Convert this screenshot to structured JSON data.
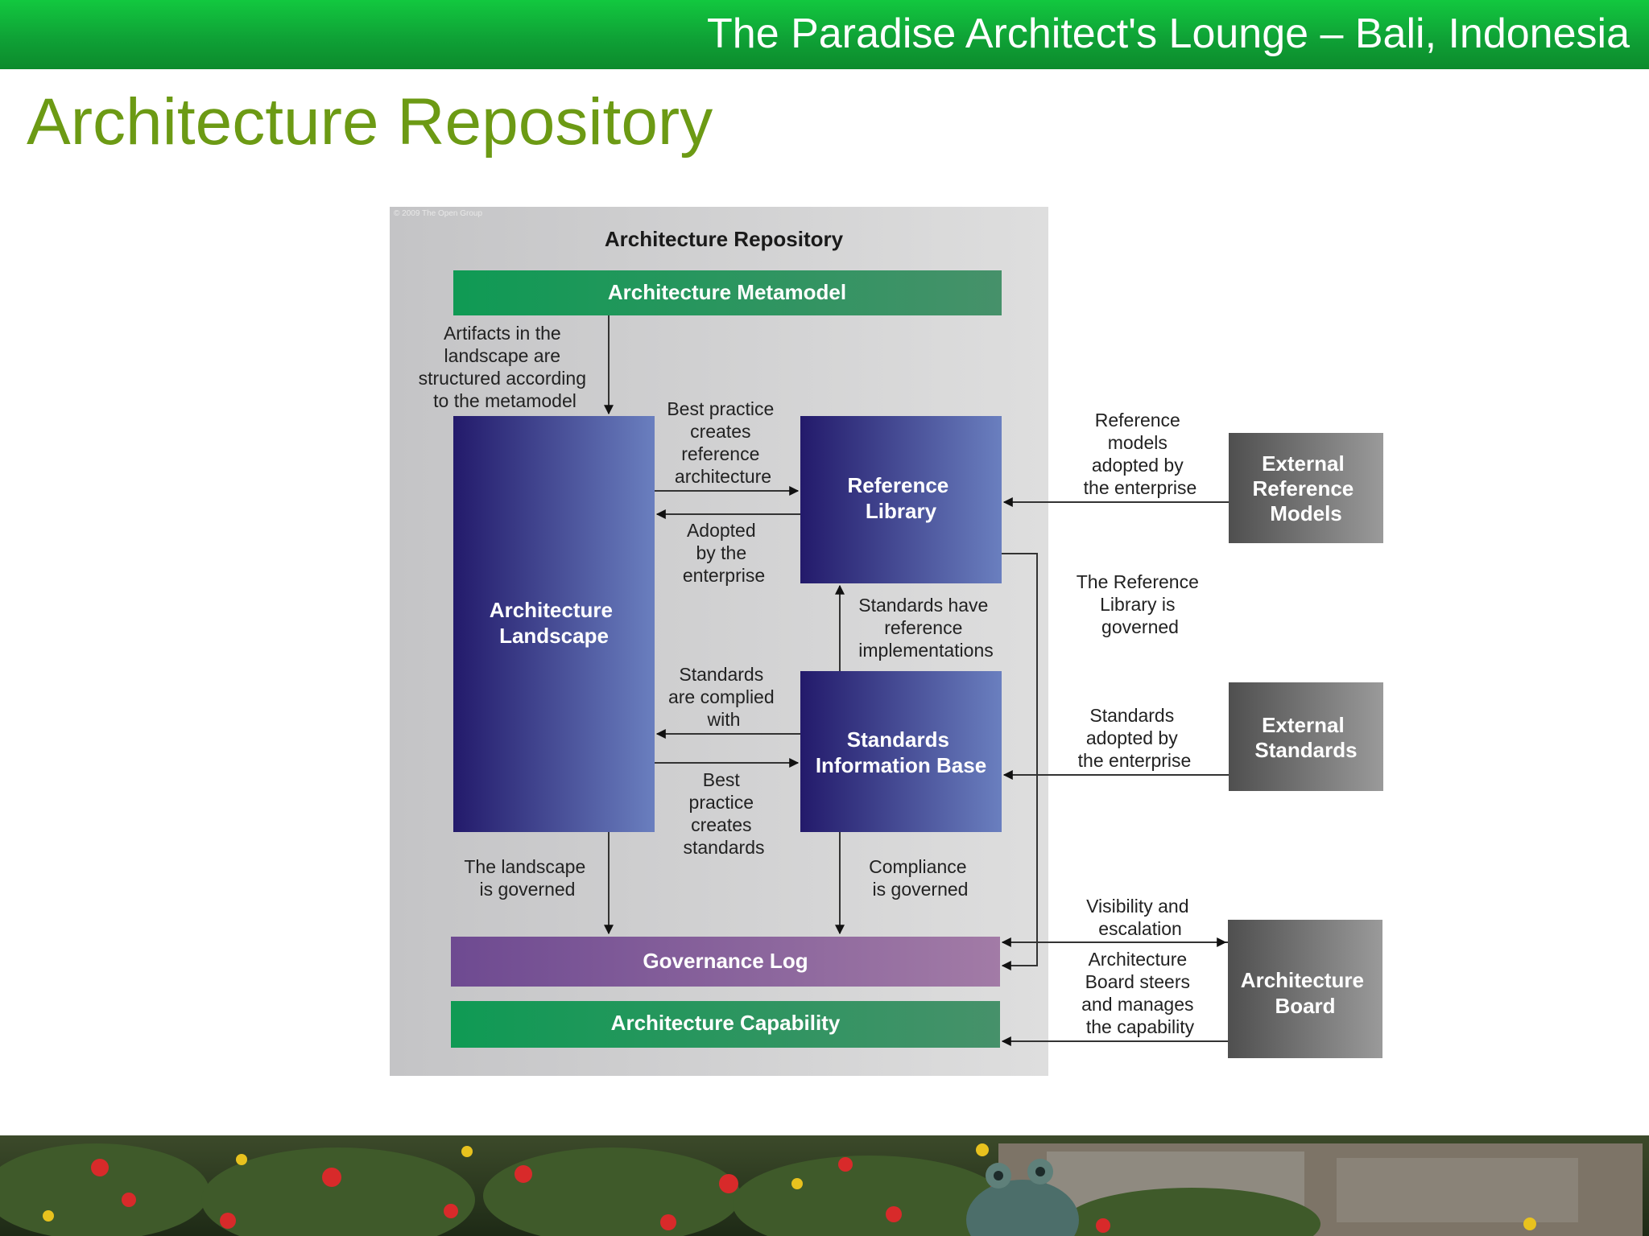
{
  "header": {
    "title": "The Paradise Architect's Lounge – Bali, Indonesia"
  },
  "page": {
    "title": "Architecture Repository"
  },
  "diagram": {
    "copyright": "© 2009 The Open Group",
    "repository_title": "Architecture Repository",
    "boxes": {
      "metamodel": "Architecture Metamodel",
      "landscape": [
        "Architecture",
        "Landscape"
      ],
      "reference_library": [
        "Reference",
        "Library"
      ],
      "standards_info_base": [
        "Standards",
        "Information Base"
      ],
      "governance_log": "Governance Log",
      "capability": "Architecture Capability",
      "external_reference_models": [
        "External",
        "Reference",
        "Models"
      ],
      "external_standards": [
        "External",
        "Standards"
      ],
      "architecture_board": [
        "Architecture",
        "Board"
      ]
    },
    "labels": {
      "artifacts": [
        "Artifacts in the",
        "landscape are",
        "structured according",
        "to the metamodel"
      ],
      "best_practice_ref": [
        "Best practice",
        "creates",
        "reference",
        "architecture"
      ],
      "adopted": [
        "Adopted",
        "by the",
        "enterprise"
      ],
      "std_ref_impl": [
        "Standards have",
        "reference",
        "implementations"
      ],
      "complied": [
        "Standards",
        "are complied",
        "with"
      ],
      "best_practice_std": [
        "Best",
        "practice",
        "creates",
        "standards"
      ],
      "landscape_governed": [
        "The landscape",
        "is governed"
      ],
      "compliance_governed": [
        "Compliance",
        "is governed"
      ],
      "ref_models_adopted": [
        "Reference",
        "models",
        "adopted by",
        "the enterprise"
      ],
      "ref_lib_governed": [
        "The Reference",
        "Library is",
        "governed"
      ],
      "std_adopted": [
        "Standards",
        "adopted by",
        "the enterprise"
      ],
      "visibility": [
        "Visibility and",
        "escalation"
      ],
      "board_steers": [
        "Architecture",
        "Board steers",
        "and manages",
        "the capability"
      ]
    }
  }
}
